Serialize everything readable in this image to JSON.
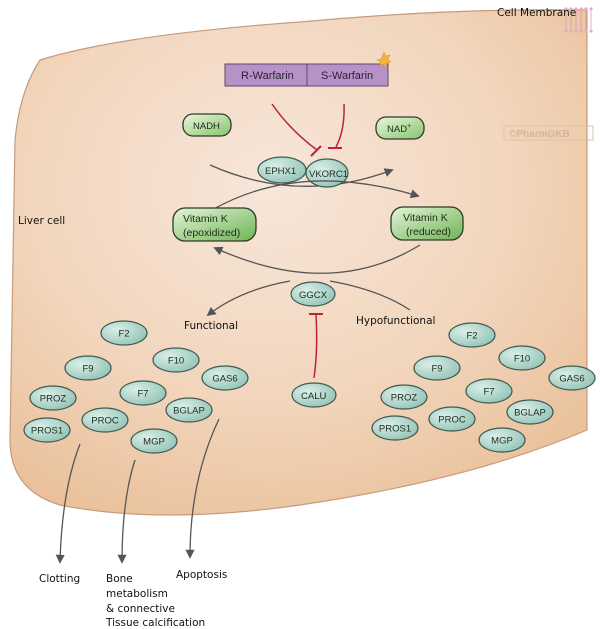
{
  "labels": {
    "cell_membrane": "Cell Membrane",
    "liver_cell": "Liver cell",
    "watermark": "©PharmGKB",
    "functional": "Functional",
    "hypofunctional": "Hypofunctional"
  },
  "drugs": {
    "r_warfarin": "R-Warfarin",
    "s_warfarin": "S-Warfarin"
  },
  "cofactors": {
    "nadh": "NADH",
    "nad_plus": "NAD",
    "nad_plus_sup": "+"
  },
  "enzymes": {
    "ephx1": "EPHX1",
    "vkorc1": "VKORC1",
    "ggcx": "GGCX",
    "calu": "CALU"
  },
  "vitamin_k": {
    "epoxidized_line1": "Vitamin K",
    "epoxidized_line2": "(epoxidized)",
    "reduced_line1": "Vitamin K",
    "reduced_line2": "(reduced)"
  },
  "functional_proteins": [
    "F2",
    "F10",
    "F9",
    "GAS6",
    "PROZ",
    "F7",
    "BGLAP",
    "PROS1",
    "PROC",
    "MGP"
  ],
  "hypofunctional_proteins": [
    "F2",
    "F10",
    "F9",
    "GAS6",
    "PROZ",
    "F7",
    "BGLAP",
    "PROS1",
    "PROC",
    "MGP"
  ],
  "outcomes": {
    "clotting": "Clotting",
    "bone_line1": "Bone",
    "bone_line2": "metabolism",
    "bone_line3": "& connective",
    "bone_line4": "Tissue calcification",
    "apoptosis": "Apoptosis"
  },
  "colors": {
    "cell_fill": "#efcda9",
    "cell_edge": "#c89a7a",
    "drug_fill": "#b792c9",
    "inhibition": "#c0203a",
    "node_fill": "#a9d0c6",
    "vitk_fill": "#8fc878",
    "arrow": "#555555"
  }
}
